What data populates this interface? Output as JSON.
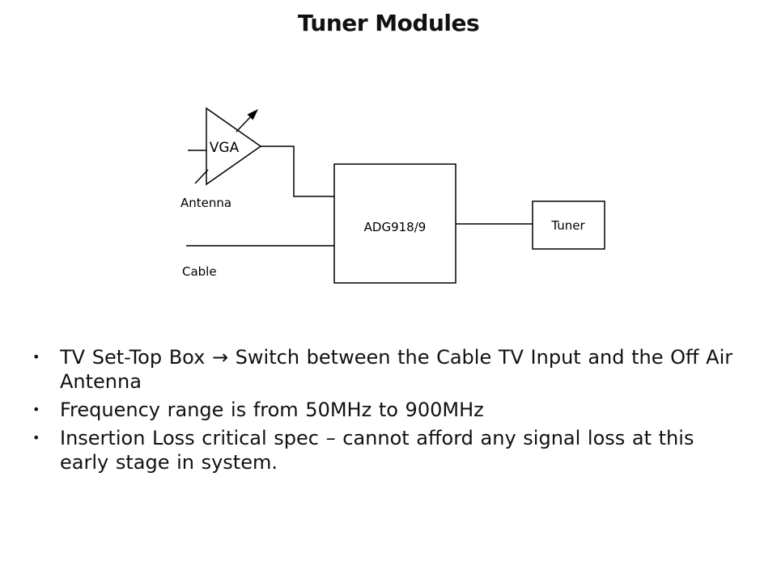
{
  "slide": {
    "title": "Tuner Modules",
    "background_color": "#ffffff",
    "ink_color": "#000000"
  },
  "diagram": {
    "vga_label": "VGA",
    "antenna_label": "Antenna",
    "cable_label": "Cable",
    "switch_label": "ADG918/9",
    "tuner_label": "Tuner"
  },
  "body": {
    "bullet_glyph": "•",
    "bullets": [
      {
        "lines": [
          "TV Set-Top Box → Switch between the Cable TV Input and the Off Air",
          "Antenna"
        ]
      },
      {
        "lines": [
          "Frequency range is from 50MHz to 900MHz"
        ]
      },
      {
        "lines": [
          "Insertion Loss critical spec – cannot afford any signal loss at this",
          "early stage in system."
        ]
      }
    ]
  }
}
